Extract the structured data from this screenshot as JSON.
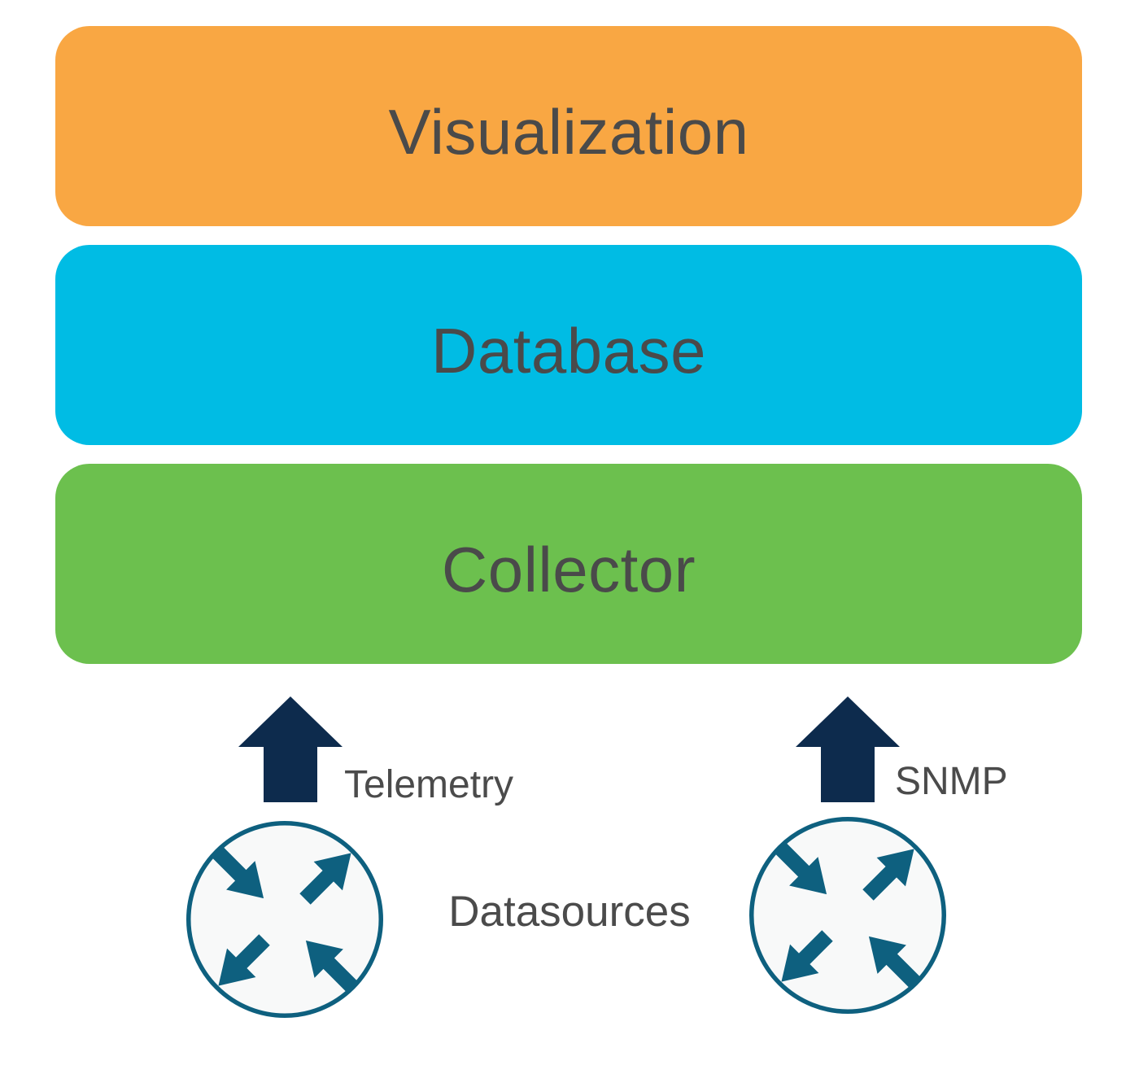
{
  "colors": {
    "layer_visualization": "#F9A743",
    "layer_database": "#00BCE4",
    "layer_collector": "#6CC04E",
    "arrow_navy": "#0D2B4D",
    "router_teal": "#0E607F",
    "router_fill": "#F8F9F9",
    "text_dark": "#4A4A4A"
  },
  "stack": {
    "layers": [
      {
        "label": "Visualization",
        "color": "#F9A743"
      },
      {
        "label": "Database",
        "color": "#00BCE4"
      },
      {
        "label": "Collector",
        "color": "#6CC04E"
      }
    ]
  },
  "flows": [
    {
      "label": "Telemetry",
      "icon": "up-arrow-icon"
    },
    {
      "label": "SNMP",
      "icon": "up-arrow-icon"
    }
  ],
  "datasources": {
    "label": "Datasources",
    "icons": [
      "router-icon",
      "router-icon"
    ]
  }
}
